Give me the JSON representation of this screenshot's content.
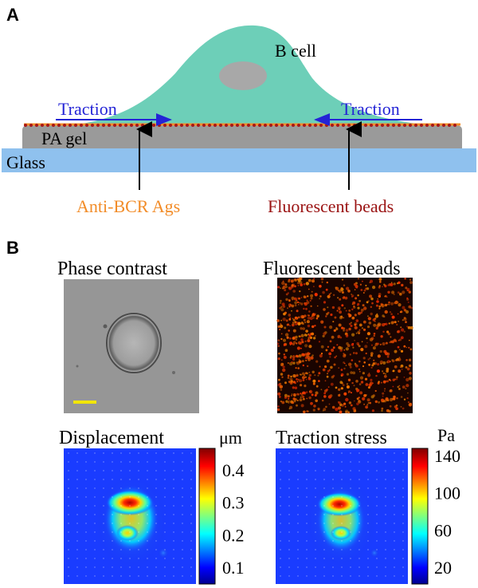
{
  "panel_a": {
    "label": "A",
    "cell_label": "B cell",
    "traction_left": "Traction",
    "traction_right": "Traction",
    "gel_label": "PA gel",
    "glass_label": "Glass",
    "ags_label": "Anti-BCR Ags",
    "beads_label": "Fluorescent beads",
    "colors": {
      "cell": "#6dcfb8",
      "nucleus": "#a8a8a8",
      "gel": "#9a9a9a",
      "glass": "#8fc1ee",
      "traction_text": "#2424d6",
      "ags_text": "#f28c28",
      "beads_text": "#9a1212",
      "dots": "#a81818",
      "surface_line": "#f28c28"
    }
  },
  "panel_b": {
    "label": "B",
    "phase_title": "Phase contrast",
    "beads_title": "Fluorescent beads",
    "displacement_title": "Displacement",
    "traction_title": "Traction stress",
    "displacement_unit": "μm",
    "traction_unit": "Pa",
    "displacement_ticks": [
      "0.4",
      "0.3",
      "0.2",
      "0.1"
    ],
    "traction_ticks": [
      "140",
      "100",
      "60",
      "20"
    ],
    "scale_bar_color": "#f2e600"
  }
}
